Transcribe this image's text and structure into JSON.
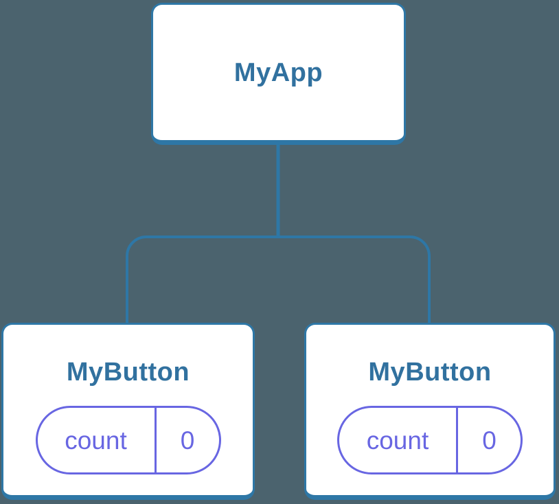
{
  "tree": {
    "root": {
      "label": "MyApp"
    },
    "children": [
      {
        "label": "MyButton",
        "state": {
          "key": "count",
          "value": "0"
        }
      },
      {
        "label": "MyButton",
        "state": {
          "key": "count",
          "value": "0"
        }
      }
    ]
  },
  "colors": {
    "bg": "#4b636e",
    "card-fill": "#ffffff",
    "line": "#2e77a6",
    "title": "#31719f",
    "state": "#6866e2"
  }
}
